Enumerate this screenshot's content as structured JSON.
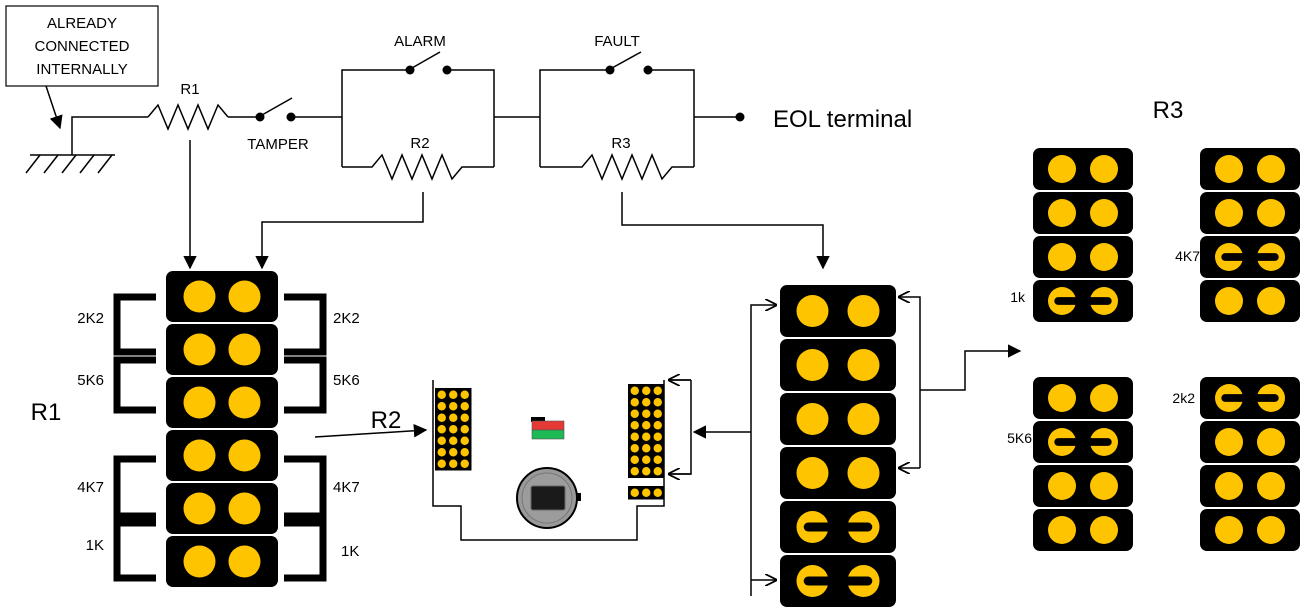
{
  "note": "ALREADY CONNECTED INTERNALLY",
  "schematic": {
    "r1": "R1",
    "r2": "R2",
    "r3": "R3",
    "tamper": "TAMPER",
    "alarm": "ALARM",
    "fault": "FAULT",
    "eol": "EOL terminal"
  },
  "r1_block": {
    "title": "R1",
    "left_labels": [
      "2K2",
      "5K6",
      "4K7",
      "1K"
    ],
    "right_labels": [
      "2K2",
      "5K6",
      "4K7",
      "1K"
    ]
  },
  "pcb": {
    "label": "R2"
  },
  "r3_block": {
    "title": "R3"
  },
  "r3_options": {
    "a": "1k",
    "b": "4K7",
    "c": "5K6",
    "d": "2k2"
  },
  "colors": {
    "pin": "#FFC400",
    "header": "#000000",
    "led_top": "#E53935",
    "led_bottom": "#1DB954"
  }
}
